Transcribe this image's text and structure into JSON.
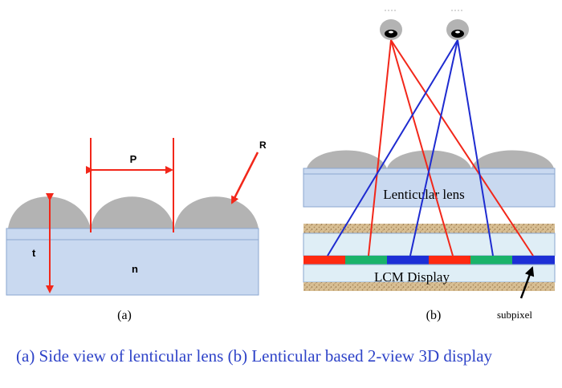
{
  "panel_a": {
    "label_pitch": "P",
    "label_radius": "R",
    "label_thickness": "t",
    "label_index": "n",
    "caption": "(a)"
  },
  "panel_b": {
    "label_lens": "Lenticular lens",
    "label_display": "LCM Display",
    "label_subpixel": "subpixel",
    "caption": "(b)",
    "subpixel_colors": [
      "#ff2a10",
      "#1ab36a",
      "#1d2fd6",
      "#ff2a10",
      "#1ab36a",
      "#1d2fd6"
    ]
  },
  "colors": {
    "lens_gray": "#b3b3b3",
    "substrate_fill": "#c9d9f0",
    "substrate_stroke": "#8aa6cf",
    "red_line": "#f2271a",
    "blue_line": "#1e2bd0",
    "caption_blue": "#2e43c8",
    "texture": "#c9a878"
  },
  "caption": "(a) Side view of lenticular lens (b) Lenticular based 2-view 3D display"
}
